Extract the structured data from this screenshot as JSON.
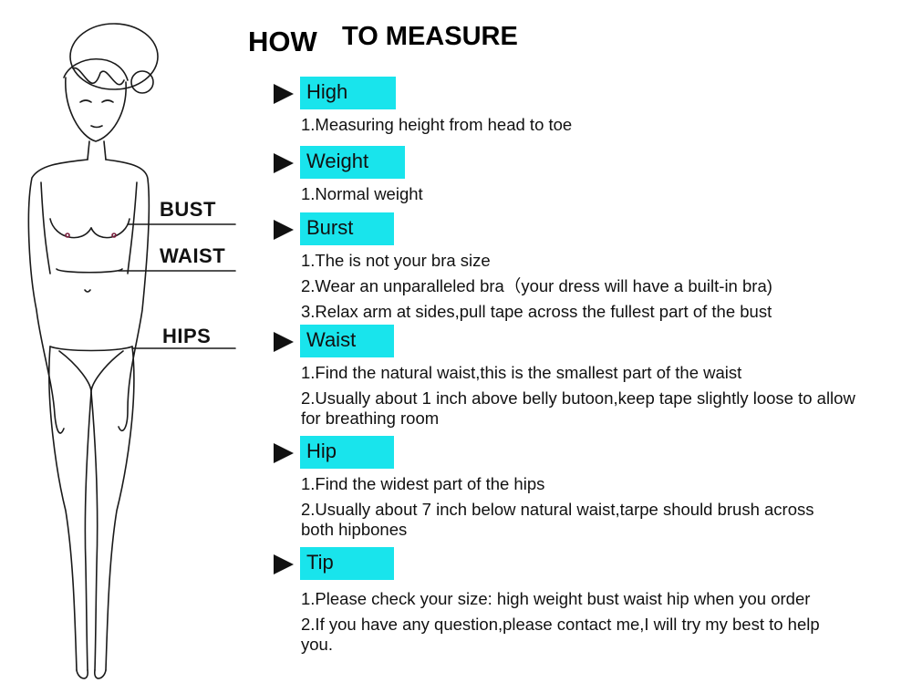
{
  "figure": {
    "labels": {
      "bust": "BUST",
      "waist": "WAIST",
      "hips": "HIPS"
    },
    "line_color": "#1a1a1a",
    "marker_color": "#7a1f3d"
  },
  "title": {
    "word1": "HOW",
    "word2": "TO MEASURE"
  },
  "accent_color": "#19e4ec",
  "sections": [
    {
      "label": "High",
      "items": [
        "1.Measuring height from head to toe"
      ]
    },
    {
      "label": "Weight",
      "items": [
        "1.Normal weight"
      ]
    },
    {
      "label": "Burst",
      "items": [
        "1.The is not your bra size",
        "2.Wear an unparalleled bra（your dress will have a built-in bra)",
        "3.Relax arm at sides,pull tape across the fullest part of the bust"
      ]
    },
    {
      "label": "Waist",
      "items": [
        "1.Find the natural waist,this is the smallest part of the waist",
        "2.Usually about 1 inch above belly butoon,keep tape slightly loose to allow for breathing room"
      ]
    },
    {
      "label": "Hip",
      "items": [
        "1.Find the widest part of the hips",
        "2.Usually about 7 inch below natural waist,tarpe should brush across both hipbones"
      ]
    },
    {
      "label": "Tip",
      "items": [
        "1.Please check your size: high weight bust waist hip when you order",
        "2.If you have any question,please contact me,I will try my best to help you."
      ]
    }
  ]
}
